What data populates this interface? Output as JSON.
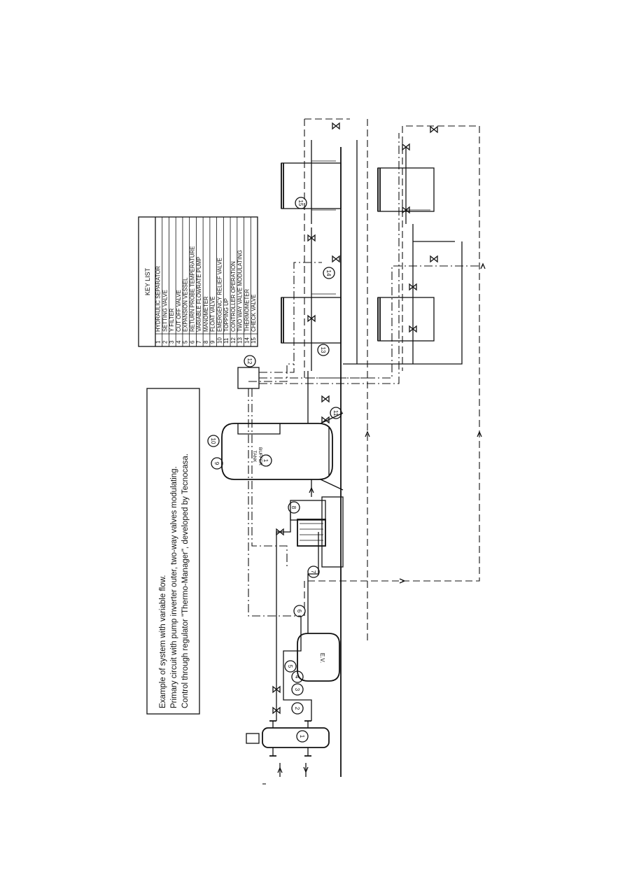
{
  "note": {
    "line1": "Example of system with variable flow.",
    "line2": "Primary circuit with pump inverter outer, two-way valves modulating.",
    "line3": "Control through regulator \"Thermo-Manager\", developed by Tecnocasa."
  },
  "key_list": {
    "title": "KEY LIST",
    "items": [
      {
        "num": "1",
        "label": "HYDRAULIC SEPARATOR"
      },
      {
        "num": "2",
        "label": "SETTING VALVE"
      },
      {
        "num": "3",
        "label": "Y FILTER"
      },
      {
        "num": "4",
        "label": "CUT OFF VALVE"
      },
      {
        "num": "5",
        "label": "EXPANSION VESSEL"
      },
      {
        "num": "6",
        "label": "RETURN PROBE TEMPERATURE"
      },
      {
        "num": "7",
        "label": "VARIABLE FLOWRATE PUMP"
      },
      {
        "num": "8",
        "label": "MANOMETER"
      },
      {
        "num": "9",
        "label": "FLOAT VALVE"
      },
      {
        "num": "10",
        "label": "EMERGENCY RELIEF VALVE"
      },
      {
        "num": "11",
        "label": "TOPPING UP"
      },
      {
        "num": "12",
        "label": "CONTROLLER OPERATION"
      },
      {
        "num": "13",
        "label": "TWO WAY VALVE MODULATING"
      },
      {
        "num": "14",
        "label": "THERMOMETER"
      },
      {
        "num": "15",
        "label": "CHECK VALVE"
      }
    ]
  },
  "equipment": {
    "buffer_tank_line1": "BUFFER",
    "buffer_tank_line2": "TANK",
    "expansion_vessel": "E.V."
  },
  "callouts": {
    "c1": "1",
    "c1b": "1",
    "c2": "2",
    "c3": "3",
    "c4": "4",
    "c5": "5",
    "c6": "6",
    "c7": "7",
    "c8": "8",
    "c9": "9",
    "c10": "10",
    "c11": "11",
    "c12": "12",
    "c13": "13",
    "c14": "14",
    "c15": "15"
  }
}
